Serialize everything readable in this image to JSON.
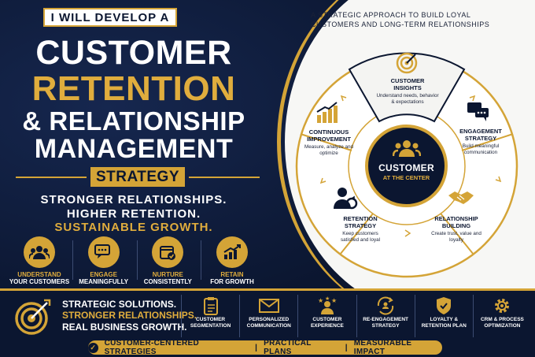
{
  "header": {
    "banner": "I WILL DEVELOP A",
    "line1": "CUSTOMER",
    "line2": "RETENTION",
    "line3": "& RELATIONSHIP",
    "line4": "MANAGEMENT",
    "strategy": "STRATEGY"
  },
  "tagline": {
    "l1": "STRONGER RELATIONSHIPS.",
    "l2": "HIGHER RETENTION.",
    "l3": "SUSTAINABLE GROWTH."
  },
  "features": [
    {
      "a": "UNDERSTAND",
      "b": "YOUR CUSTOMERS",
      "icon": "people-icon"
    },
    {
      "a": "ENGAGE",
      "b": "MEANINGFULLY",
      "icon": "chat-icon"
    },
    {
      "a": "NURTURE",
      "b": "CONSISTENTLY",
      "icon": "calendar-check-icon"
    },
    {
      "a": "RETAIN",
      "b": "FOR GROWTH",
      "icon": "growth-chart-icon"
    }
  ],
  "right": {
    "title": "A STRATEGIC APPROACH TO BUILD LOYAL CUSTOMERS AND LONG-TERM RELATIONSHIPS",
    "center_title": "CUSTOMER",
    "center_sub": "AT THE CENTER",
    "segments": [
      {
        "title": "CUSTOMER INSIGHTS",
        "desc": "Understand needs, behavior & expectations"
      },
      {
        "title": "ENGAGEMENT STRATEGY",
        "desc": "Build meaningful communication"
      },
      {
        "title": "RELATIONSHIP BUILDING",
        "desc": "Create trust, value and loyalty"
      },
      {
        "title": "RETENTION STRATEGY",
        "desc": "Keep customers satisfied and loyal"
      },
      {
        "title": "CONTINUOUS IMPROVEMENT",
        "desc": "Measure, analyze and optimize"
      }
    ]
  },
  "bottom": {
    "l1": "STRATEGIC SOLUTIONS.",
    "l2": "STRONGER RELATIONSHIPS.",
    "l3": "REAL BUSINESS GROWTH.",
    "services": [
      {
        "label": "CUSTOMER SEGMENTATION",
        "icon": "clipboard-icon"
      },
      {
        "label": "PERSONALIZED COMMUNICATION",
        "icon": "envelope-icon"
      },
      {
        "label": "CUSTOMER EXPERIENCE",
        "icon": "stars-person-icon"
      },
      {
        "label": "RE-ENGAGEMENT STRATEGY",
        "icon": "refresh-person-icon"
      },
      {
        "label": "LOYALTY & RETENTION PLAN",
        "icon": "shield-check-icon"
      },
      {
        "label": "CRM & PROCESS OPTIMIZATION",
        "icon": "gear-icon"
      }
    ],
    "bar": [
      "CUSTOMER-CENTERED STRATEGIES",
      "|",
      "PRACTICAL PLANS",
      "|",
      "MEASURABLE IMPACT"
    ]
  },
  "colors": {
    "navy": "#0b1630",
    "gold": "#d4a437",
    "white": "#ffffff"
  }
}
